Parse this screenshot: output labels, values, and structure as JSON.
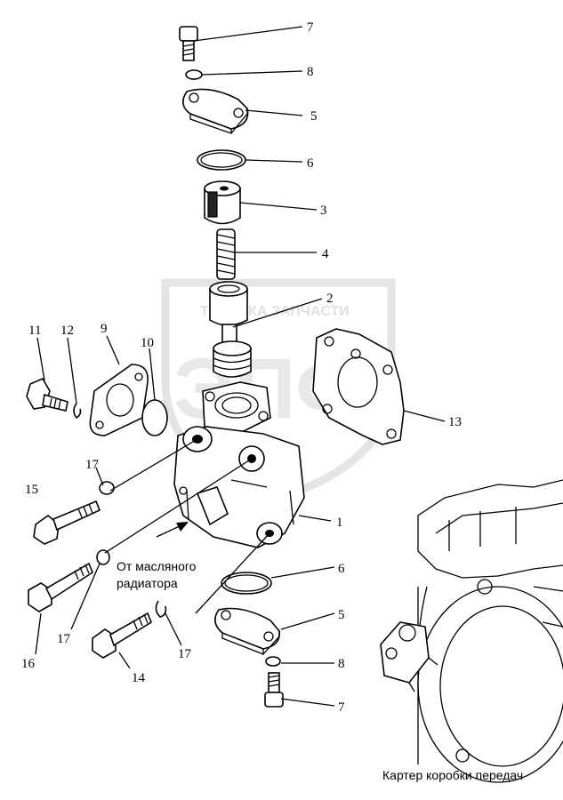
{
  "watermark": {
    "brand_top": "ТЕХНИКА ЗАПЧАСТИ",
    "logo_letters": "ЭПФ"
  },
  "callouts": [
    {
      "id": "c7-top",
      "label": "7"
    },
    {
      "id": "c8-top",
      "label": "8"
    },
    {
      "id": "c5-top",
      "label": "5"
    },
    {
      "id": "c6-top",
      "label": "6"
    },
    {
      "id": "c3",
      "label": "3"
    },
    {
      "id": "c4",
      "label": "4"
    },
    {
      "id": "c2",
      "label": "2"
    },
    {
      "id": "c11",
      "label": "11"
    },
    {
      "id": "c12",
      "label": "12"
    },
    {
      "id": "c9",
      "label": "9"
    },
    {
      "id": "c10",
      "label": "10"
    },
    {
      "id": "c13",
      "label": "13"
    },
    {
      "id": "c17-a",
      "label": "17"
    },
    {
      "id": "c15",
      "label": "15"
    },
    {
      "id": "c1",
      "label": "1"
    },
    {
      "id": "c6-bot",
      "label": "6"
    },
    {
      "id": "c5-bot",
      "label": "5"
    },
    {
      "id": "c8-bot",
      "label": "8"
    },
    {
      "id": "c7-bot",
      "label": "7"
    },
    {
      "id": "c16",
      "label": "16"
    },
    {
      "id": "c17-b",
      "label": "17"
    },
    {
      "id": "c14",
      "label": "14"
    },
    {
      "id": "c17-c",
      "label": "17"
    }
  ],
  "captions": {
    "from_cooler_line1": "От масляного",
    "from_cooler_line2": "радиатора",
    "gearbox_housing": "Картер коробки передач"
  }
}
